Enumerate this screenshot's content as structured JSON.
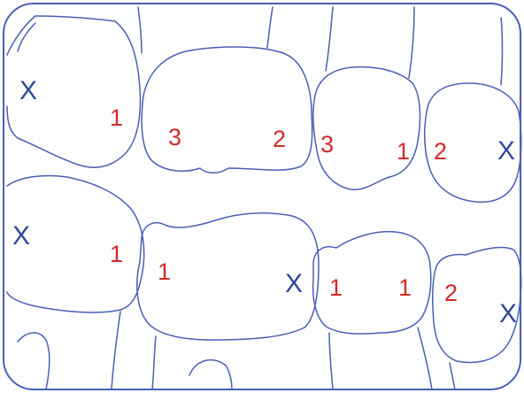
{
  "colors": {
    "outline": "#4a5fb5",
    "label_number": "#d22a2a",
    "label_mark": "#2f4a9a",
    "background": "#ffffff"
  },
  "upper_row": {
    "labels": [
      "X",
      "1",
      "3",
      "2",
      "3",
      "1",
      "2",
      "X"
    ]
  },
  "lower_row": {
    "labels": [
      "X",
      "1",
      "1",
      "X",
      "1",
      "1",
      "2",
      "X"
    ]
  }
}
